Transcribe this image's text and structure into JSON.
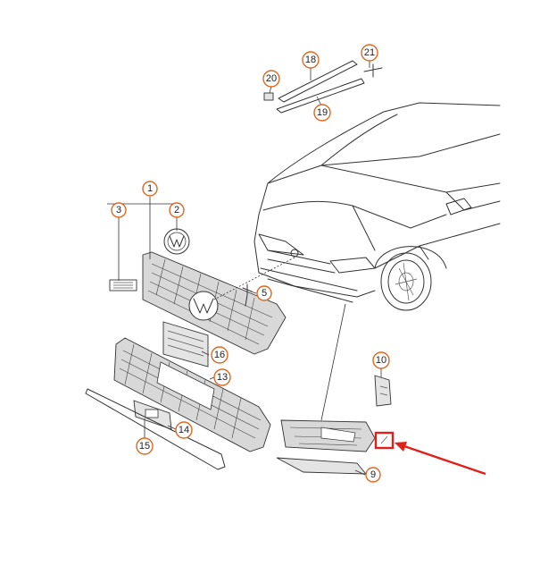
{
  "callouts": [
    {
      "id": "c1",
      "label": "1"
    },
    {
      "id": "c2",
      "label": "2"
    },
    {
      "id": "c3",
      "label": "3"
    },
    {
      "id": "c5",
      "label": "5"
    },
    {
      "id": "c9",
      "label": "9"
    },
    {
      "id": "c10",
      "label": "10"
    },
    {
      "id": "c13",
      "label": "13"
    },
    {
      "id": "c14",
      "label": "14"
    },
    {
      "id": "c15",
      "label": "15"
    },
    {
      "id": "c16",
      "label": "16"
    },
    {
      "id": "c18",
      "label": "18"
    },
    {
      "id": "c19",
      "label": "19"
    },
    {
      "id": "c20",
      "label": "20"
    },
    {
      "id": "c21",
      "label": "21"
    }
  ],
  "colors": {
    "callout_ring": "#e0671f",
    "highlight": "#e0201a",
    "line_art": "#333333"
  }
}
